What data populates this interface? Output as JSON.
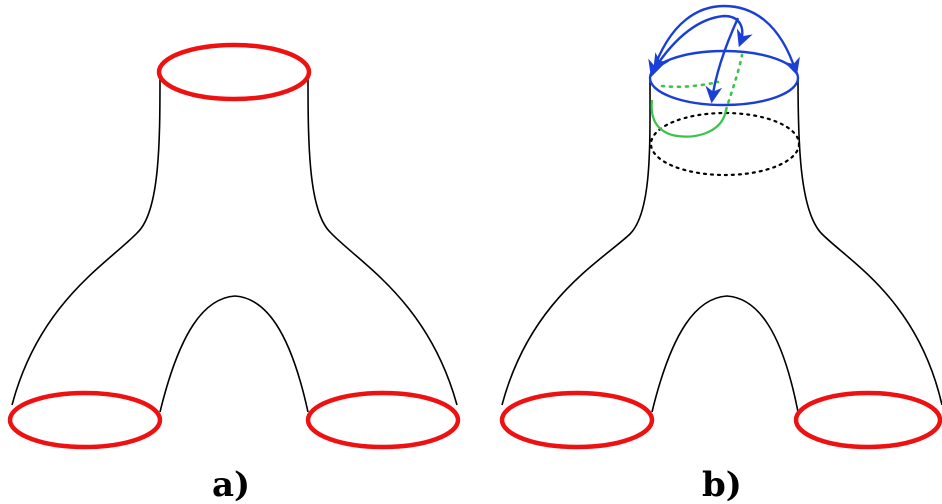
{
  "figure": {
    "panels": [
      {
        "id": "a",
        "label": "a)"
      },
      {
        "id": "b",
        "label": "b)"
      }
    ],
    "colors": {
      "outline": "#000000",
      "boundary_circle": "#ee1111",
      "cut_circle": "#1a3fd6",
      "moves_arrows": "#1a3fd6",
      "twist_curve": "#3cc34a",
      "dotted_circle": "#000000"
    }
  }
}
